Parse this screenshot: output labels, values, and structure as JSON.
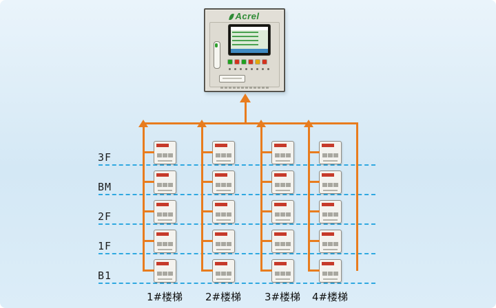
{
  "diagram": {
    "panel": {
      "brand": "Acrel"
    },
    "floors": [
      {
        "label": "3F"
      },
      {
        "label": "BM"
      },
      {
        "label": "2F"
      },
      {
        "label": "1F"
      },
      {
        "label": "B1"
      }
    ],
    "stairs": [
      {
        "label": "1#楼梯"
      },
      {
        "label": "2#楼梯"
      },
      {
        "label": "3#楼梯"
      },
      {
        "label": "4#楼梯"
      }
    ],
    "colors": {
      "background": "#d4e8f5",
      "bus_line": "#e87c1e",
      "floor_line": "#2fa8e0",
      "device_mark": "#c63a2a",
      "brand_green": "#2e8b35"
    }
  }
}
